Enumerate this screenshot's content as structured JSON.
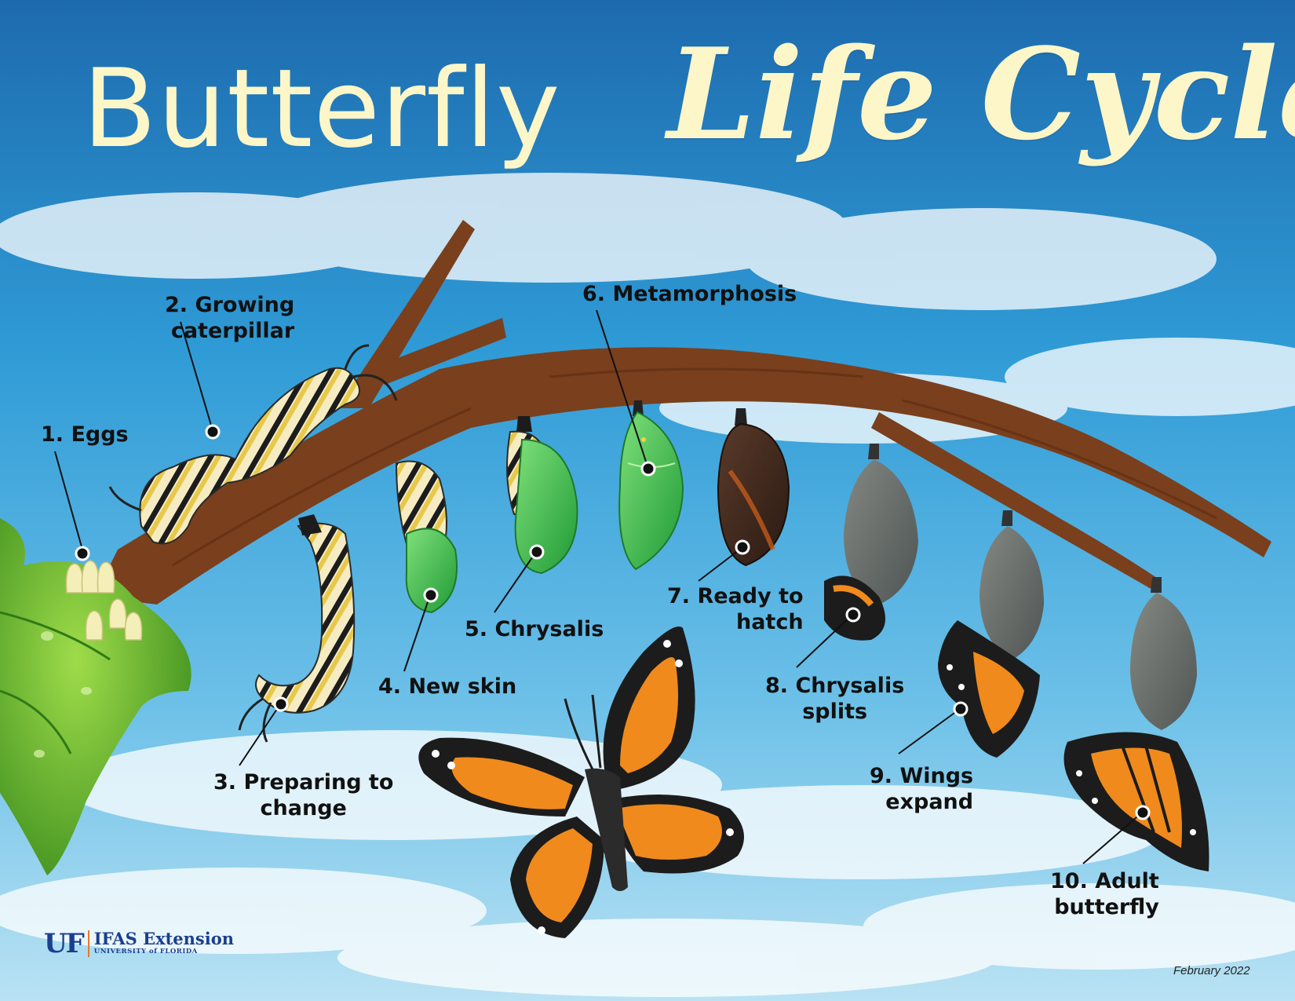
{
  "title": {
    "part1": "Butterfly",
    "part2": "Life Cycle"
  },
  "stages": [
    {
      "line1": "1. Eggs",
      "line2": ""
    },
    {
      "line1": "2. Growing",
      "line2": "caterpillar"
    },
    {
      "line1": "3. Preparing to",
      "line2": "change"
    },
    {
      "line1": "4. New skin",
      "line2": ""
    },
    {
      "line1": "5. Chrysalis",
      "line2": ""
    },
    {
      "line1": "6. Metamorphosis",
      "line2": ""
    },
    {
      "line1": "7. Ready to",
      "line2": "hatch"
    },
    {
      "line1": "8. Chrysalis",
      "line2": "splits"
    },
    {
      "line1": "9. Wings",
      "line2": "expand"
    },
    {
      "line1": "10.  Adult",
      "line2": "butterfly"
    }
  ],
  "logo": {
    "mark": "UF",
    "name": "IFAS Extension",
    "subtitle": "UNIVERSITY of FLORIDA"
  },
  "date": "February 2022",
  "colors": {
    "sky_top": "#1f6fb2",
    "sky_bottom": "#a9d8ee",
    "title": "#fdf6c8",
    "branch": "#7a3f1c",
    "wing_orange": "#f08a1c",
    "leaf": "#5cad2b",
    "chrysalis_green": "#3fbf4a"
  },
  "icons": [
    "branch-illustration",
    "leaf-illustration",
    "egg-icon",
    "caterpillar-icon",
    "chrysalis-icon",
    "butterfly-icon"
  ]
}
